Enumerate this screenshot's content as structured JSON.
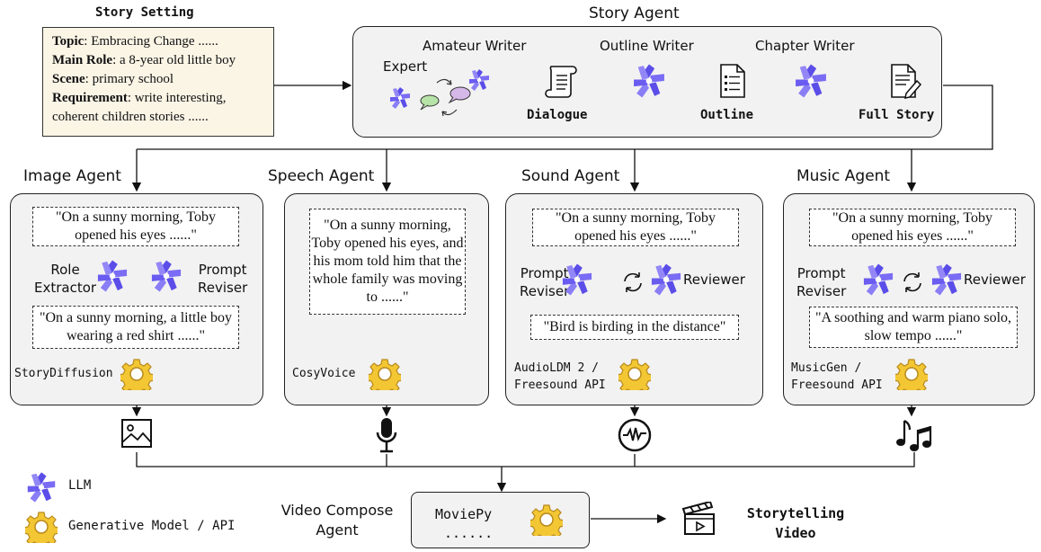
{
  "story_setting": {
    "title": "Story Setting",
    "topic_key": "Topic",
    "topic_val": ": Embracing Change ......",
    "role_key": "Main Role",
    "role_val": ": a 8-year old little boy",
    "scene_key": "Scene",
    "scene_val": ": primary school",
    "req_key": "Requirement",
    "req_val": ": write interesting,",
    "req_cont": "coherent children stories ......"
  },
  "story_agent": {
    "title": "Story Agent",
    "expert": "Expert",
    "amateur": "Amateur Writer",
    "outline_writer": "Outline Writer",
    "chapter_writer": "Chapter Writer",
    "dialogue": "Dialogue",
    "outline": "Outline",
    "full_story": "Full Story"
  },
  "image_agent": {
    "title": "Image Agent",
    "quote_in": "\"On a sunny morning, Toby opened his eyes ......\"",
    "role_extractor_1": "Role",
    "role_extractor_2": "Extractor",
    "prompt_reviser_1": "Prompt",
    "prompt_reviser_2": "Reviser",
    "quote_out": "\"On a sunny morning, a little boy wearing a red shirt ......\"",
    "model": "StoryDiffusion"
  },
  "speech_agent": {
    "title": "Speech Agent",
    "quote": "\"On a sunny morning, Toby opened his eyes, and his mom told him that the whole family was moving to ......\"",
    "model": "CosyVoice"
  },
  "sound_agent": {
    "title": "Sound Agent",
    "quote_in": "\"On a sunny morning, Toby opened his eyes ......\"",
    "prompt_reviser_1": "Prompt",
    "prompt_reviser_2": "Reviser",
    "reviewer": "Reviewer",
    "quote_out": "\"Bird is birding in the distance\"",
    "model_1": "AudioLDM 2 /",
    "model_2": "Freesound API"
  },
  "music_agent": {
    "title": "Music Agent",
    "quote_in": "\"On a sunny morning, Toby opened his eyes ......\"",
    "prompt_reviser_1": "Prompt",
    "prompt_reviser_2": "Reviser",
    "reviewer": "Reviewer",
    "quote_out": "\"A soothing and warm piano solo, slow tempo ......\"",
    "model_1": "MusicGen /",
    "model_2": "Freesound API"
  },
  "legend": {
    "llm": "LLM",
    "gen": "Generative Model / API"
  },
  "compose": {
    "title_1": "Video Compose",
    "title_2": "Agent",
    "tool": "MoviePy",
    "dots": "......",
    "output_1": "Storytelling",
    "output_2": "Video"
  },
  "colors": {
    "llm_icon": "#6a5cf0",
    "gear_icon": "#f2c233",
    "setting_bg": "#fbf5e6",
    "agent_bg": "#f2f2f2"
  }
}
